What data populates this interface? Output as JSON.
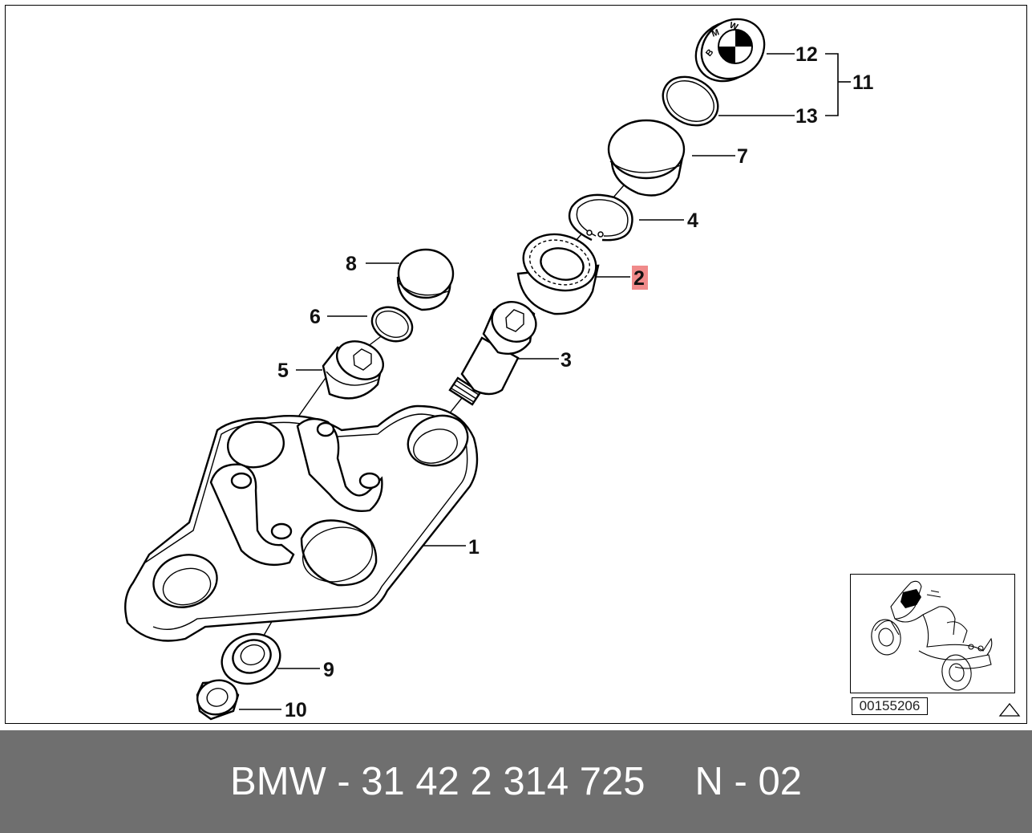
{
  "diagram": {
    "callouts": [
      {
        "id": "1",
        "text": "1",
        "selected": false
      },
      {
        "id": "2",
        "text": "2",
        "selected": true
      },
      {
        "id": "3",
        "text": "3",
        "selected": false
      },
      {
        "id": "4",
        "text": "4",
        "selected": false
      },
      {
        "id": "5",
        "text": "5",
        "selected": false
      },
      {
        "id": "6",
        "text": "6",
        "selected": false
      },
      {
        "id": "7",
        "text": "7",
        "selected": false
      },
      {
        "id": "8",
        "text": "8",
        "selected": false
      },
      {
        "id": "9",
        "text": "9",
        "selected": false
      },
      {
        "id": "10",
        "text": "10",
        "selected": false
      },
      {
        "id": "11",
        "text": "11",
        "selected": false
      },
      {
        "id": "12",
        "text": "12",
        "selected": false
      },
      {
        "id": "13",
        "text": "13",
        "selected": false
      }
    ],
    "cap_logo_letters": [
      "B",
      "M",
      "W"
    ],
    "diagram_code": "00155206",
    "selected_highlight_color": "#f08a8a"
  },
  "footer": {
    "part_number": "BMW - 31 42 2 314 725",
    "position_code": "N - 02"
  },
  "colors": {
    "footer_bg": "#6f6f6f",
    "footer_text": "#ffffff"
  }
}
